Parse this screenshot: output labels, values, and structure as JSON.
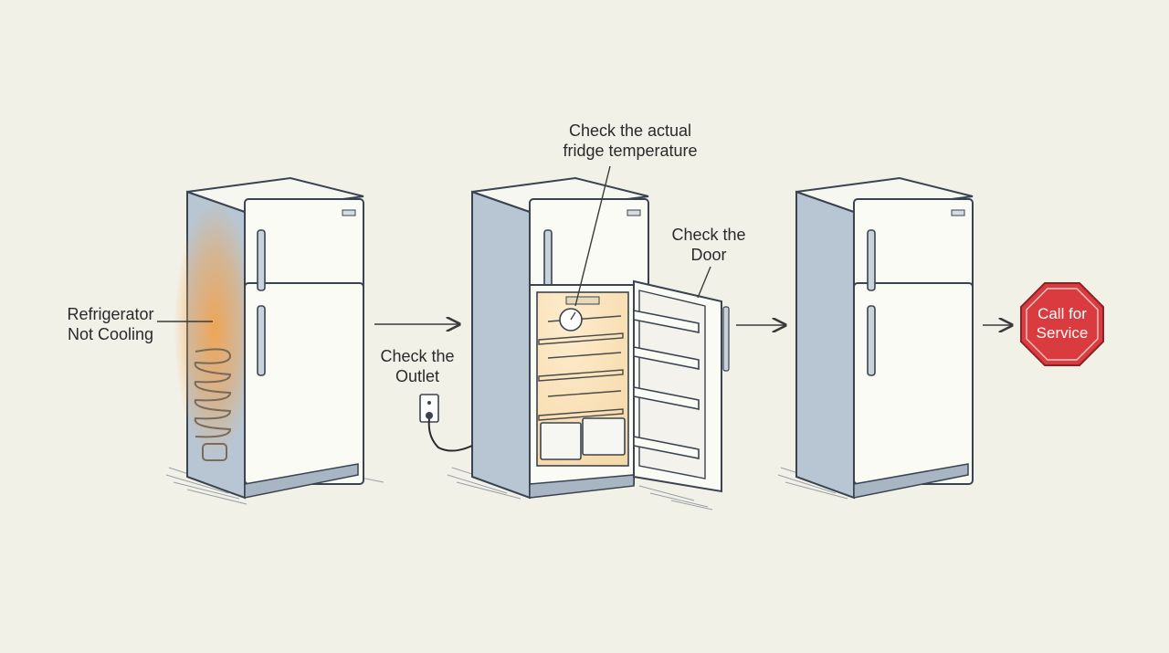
{
  "labels": {
    "start": [
      "Refrigerator",
      "Not Cooling"
    ],
    "outlet": [
      "Check the",
      "Outlet"
    ],
    "temperature": [
      "Check the actual",
      "fridge temperature"
    ],
    "door": [
      "Check the",
      "Door"
    ],
    "service": [
      "Call for",
      "Service"
    ]
  },
  "colors": {
    "background": "#f2f1e8",
    "fridge_body": "#fbfbf6",
    "fridge_side": "#b8c6d4",
    "outline": "#3a4450",
    "warm_glow": "#f3a24a",
    "interior_light": "#fbe8c6",
    "stop_sign": "#d93b3f"
  },
  "icons": [
    "refrigerator-icon",
    "condenser-coil-icon",
    "wall-outlet-icon",
    "thermometer-icon",
    "stop-sign-icon",
    "arrow-right-icon"
  ]
}
